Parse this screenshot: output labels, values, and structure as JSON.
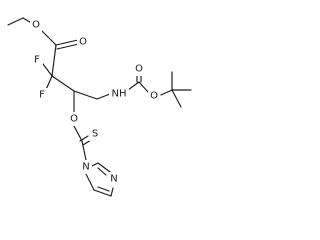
{
  "molecule": {
    "atoms": {
      "O1": "O",
      "O2": "O",
      "F1": "F",
      "F2": "F",
      "NH": "NH",
      "O3": "O",
      "O4": "O",
      "O5": "O",
      "S": "S",
      "N1": "N",
      "N2": "N"
    }
  },
  "colors": {
    "bond": "#1a1a1a",
    "background": "#ffffff"
  }
}
